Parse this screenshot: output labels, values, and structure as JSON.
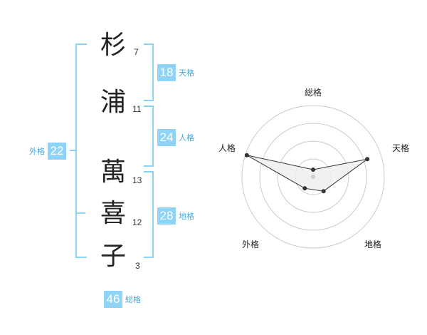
{
  "name": {
    "chars": [
      {
        "char": "杉",
        "strokes": "7"
      },
      {
        "char": "浦",
        "strokes": "11"
      },
      {
        "char": "萬",
        "strokes": "13"
      },
      {
        "char": "喜",
        "strokes": "12"
      },
      {
        "char": "子",
        "strokes": "3"
      }
    ]
  },
  "fortune": {
    "tenkaku": {
      "value": "18",
      "label": "天格"
    },
    "jinkaku": {
      "value": "24",
      "label": "人格"
    },
    "chikaku": {
      "value": "28",
      "label": "地格"
    },
    "gaikaku": {
      "value": "22",
      "label": "外格"
    },
    "soukaku": {
      "value": "46",
      "label": "総格"
    }
  },
  "radar": {
    "labels": {
      "top": "総格",
      "right_upper": "天格",
      "right_lower": "地格",
      "left_lower": "外格",
      "left_upper": "人格"
    },
    "levels": 4,
    "values": {
      "soukaku": 0.1,
      "tenkaku": 0.8,
      "chikaku": 0.25,
      "gaikaku": 0.2,
      "jinkaku": 0.98
    },
    "colors": {
      "grid": "#cccccc",
      "fill": "#eeeeee",
      "line": "#333333",
      "dot": "#333333",
      "center": "#cccccc"
    }
  }
}
